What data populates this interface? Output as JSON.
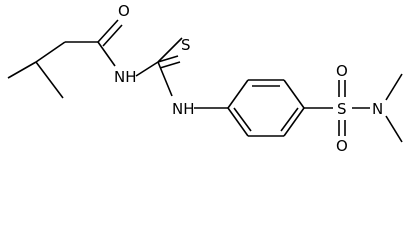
{
  "molecule": {
    "atoms": {
      "carbonyl_oxygen": "O",
      "amide_nh": "NH",
      "thione_sulfur": "S",
      "thiourea_nh": "NH",
      "sulfonyl_sulfur": "S",
      "sulfonyl_oxygen_top": "O",
      "sulfonyl_oxygen_bottom": "O",
      "sulfonamide_nitrogen": "N"
    }
  }
}
